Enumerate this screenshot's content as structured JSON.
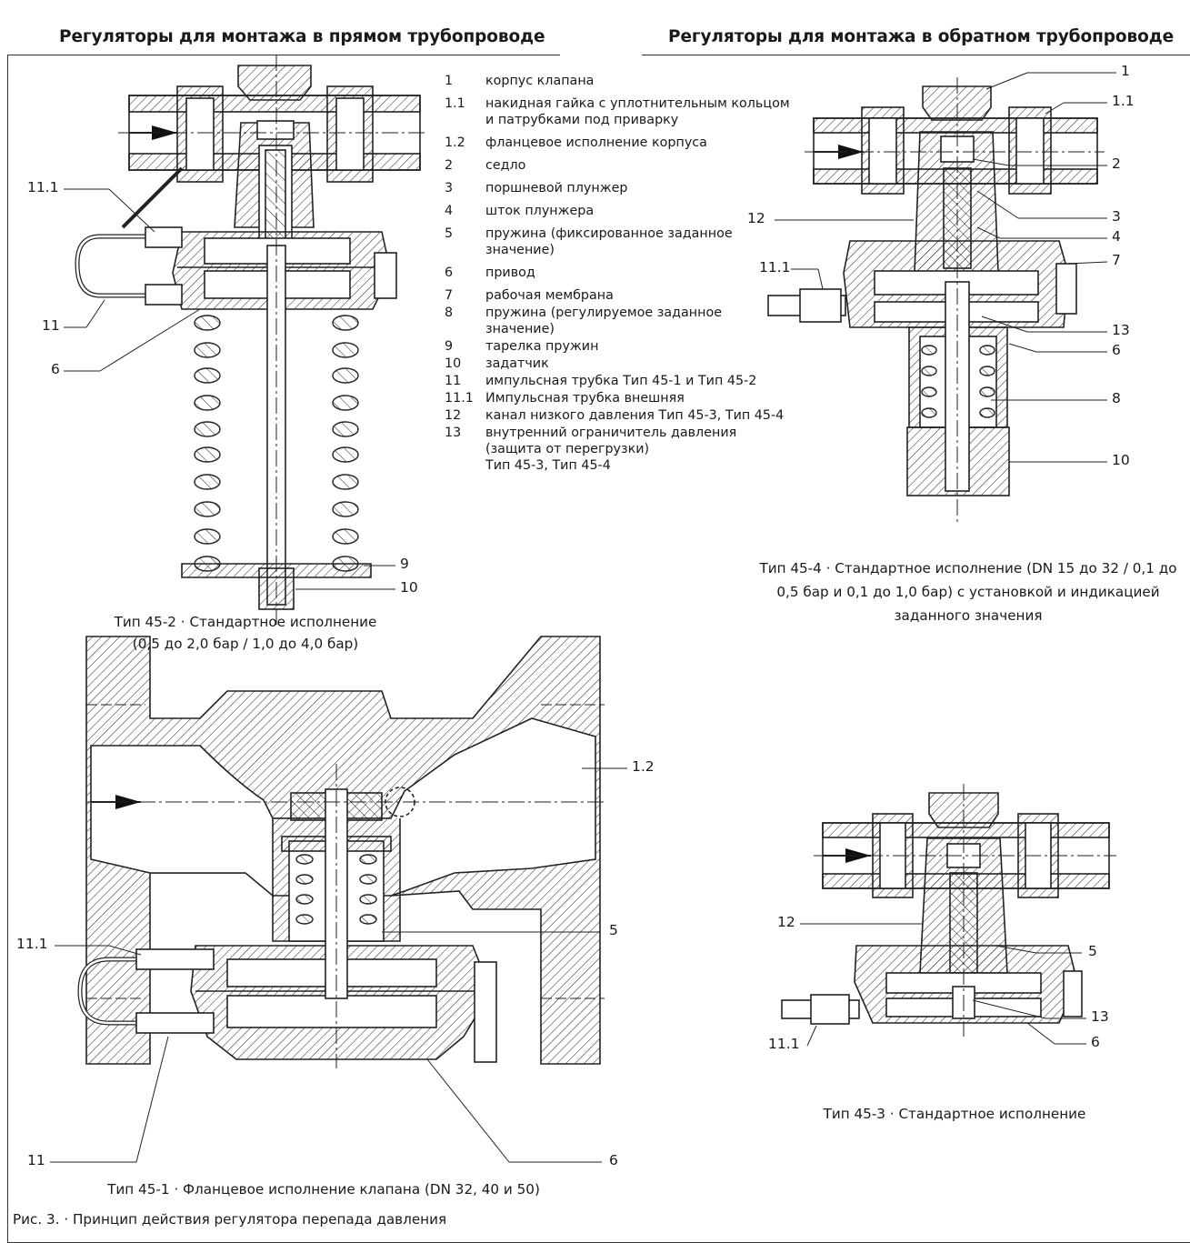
{
  "headings": {
    "direct": "Регуляторы для монтажа в прямом трубопроводе",
    "return": "Регуляторы для монтажа в обратном трубопроводе"
  },
  "legend": [
    {
      "num": "1",
      "text": "корпус клапана"
    },
    {
      "num": "1.1",
      "text": "накидная гайка с уплотнительным кольцом и патрубками под приварку"
    },
    {
      "num": "1.2",
      "text": "фланцевое исполнение корпуса"
    },
    {
      "num": "2",
      "text": "седло"
    },
    {
      "num": "3",
      "text": "поршневой плунжер"
    },
    {
      "num": "4",
      "text": "шток плунжера"
    },
    {
      "num": "5",
      "text": "пружина (фиксированное заданное значение)"
    },
    {
      "num": "6",
      "text": "привод"
    },
    {
      "num": "7",
      "text": "рабочая мембрана"
    },
    {
      "num": "8",
      "text": "пружина (регулируемое заданное значение)"
    },
    {
      "num": "9",
      "text": "тарелка пружин"
    },
    {
      "num": "10",
      "text": "задатчик"
    },
    {
      "num": "11",
      "text": "импульсная трубка Тип 45-1 и Тип 45-2"
    },
    {
      "num": "11.1",
      "text": "Импульсная трубка внешняя"
    },
    {
      "num": "12",
      "text": "канал низкого давления Тип 45-3, Тип 45-4"
    },
    {
      "num": "13",
      "text": "внутренний ограничитель давления (защита от перегрузки)",
      "sub": "Тип 45-3, Тип 45-4"
    }
  ],
  "captions": {
    "type_45_2_line1": "Тип 45-2 · Стандартное исполнение",
    "type_45_2_line2": "(0,5 до 2,0 бар / 1,0 до 4,0 бар)",
    "type_45_4": "Тип 45-4 · Стандартное исполнение (DN 15 до 32 / 0,1 до 0,5 бар и 0,1 до 1,0 бар) с установкой и индикацией заданного значения",
    "type_45_1": "Тип 45-1 · Фланцевое исполнение клапана (DN 32, 40 и 50)",
    "type_45_3": "Тип 45-3 · Стандартное исполнение"
  },
  "figure_title": "Рис. 3. · Принцип действия регулятора перепада давления",
  "callouts": {
    "c45_2": {
      "l111": "11.1",
      "l11": "11",
      "l6": "6",
      "l9": "9",
      "l10": "10"
    },
    "c45_4": {
      "l1": "1",
      "l11": "1.1",
      "l2": "2",
      "l3": "3",
      "l12": "12",
      "l4": "4",
      "l7": "7",
      "l111": "11.1",
      "l13": "13",
      "l6": "6",
      "l8": "8",
      "l10": "10"
    },
    "c45_1": {
      "l12": "1.2",
      "l5": "5",
      "l111": "11.1",
      "l11": "11",
      "l6": "6"
    },
    "c45_3": {
      "l12": "12",
      "l5": "5",
      "l13": "13",
      "l111": "11.1",
      "l6": "6"
    }
  }
}
